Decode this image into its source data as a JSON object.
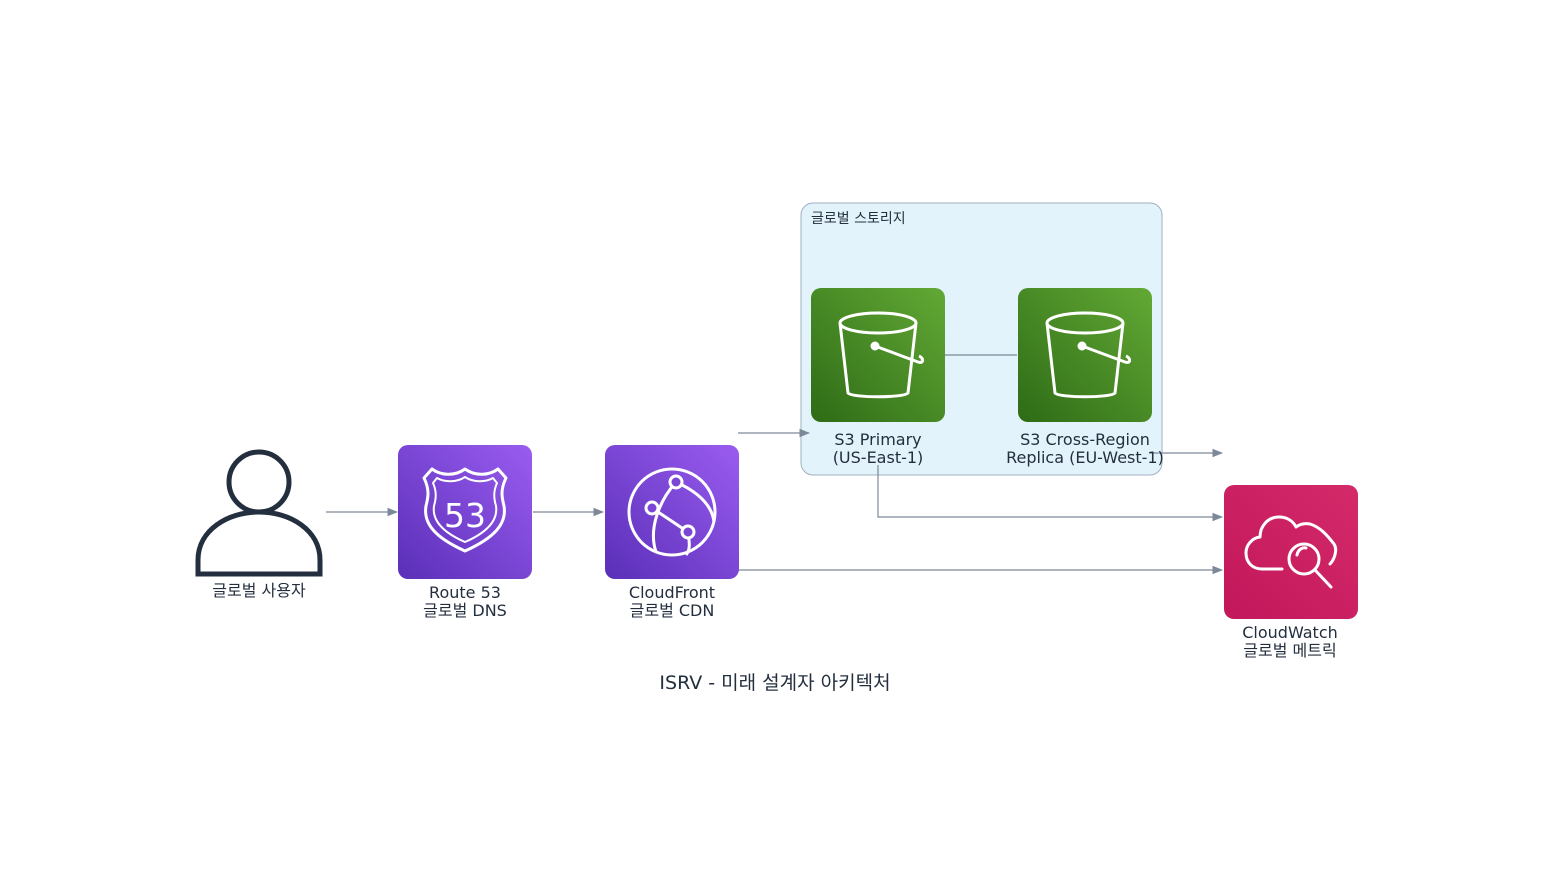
{
  "diagram": {
    "title": "ISRV - 미래 설계자 아키텍처",
    "cluster": {
      "label": "글로벌 스토리지"
    },
    "nodes": {
      "user": {
        "icon": "user-icon",
        "line1": "글로벌 사용자"
      },
      "route53": {
        "icon": "route53-icon",
        "line1": "Route 53",
        "line2": "글로벌 DNS",
        "color": "#7b45d6"
      },
      "cloudfront": {
        "icon": "cloudfront-icon",
        "line1": "CloudFront",
        "line2": "글로벌 CDN",
        "color": "#7b45d6"
      },
      "s3_primary": {
        "icon": "s3-bucket-icon",
        "line1": "S3 Primary",
        "line2": "(US-East-1)",
        "color": "#3f8624"
      },
      "s3_replica": {
        "icon": "s3-bucket-icon",
        "line1": "S3 Cross-Region",
        "line2": "Replica (EU-West-1)",
        "color": "#3f8624"
      },
      "cloudwatch": {
        "icon": "cloudwatch-icon",
        "line1": "CloudWatch",
        "line2": "글로벌 메트릭",
        "color": "#cc2264"
      }
    },
    "colors": {
      "edge": "#7d8998",
      "cluster_fill": "#e3f3fb",
      "cluster_border": "#9fb0c0",
      "text": "#232f3e"
    }
  }
}
